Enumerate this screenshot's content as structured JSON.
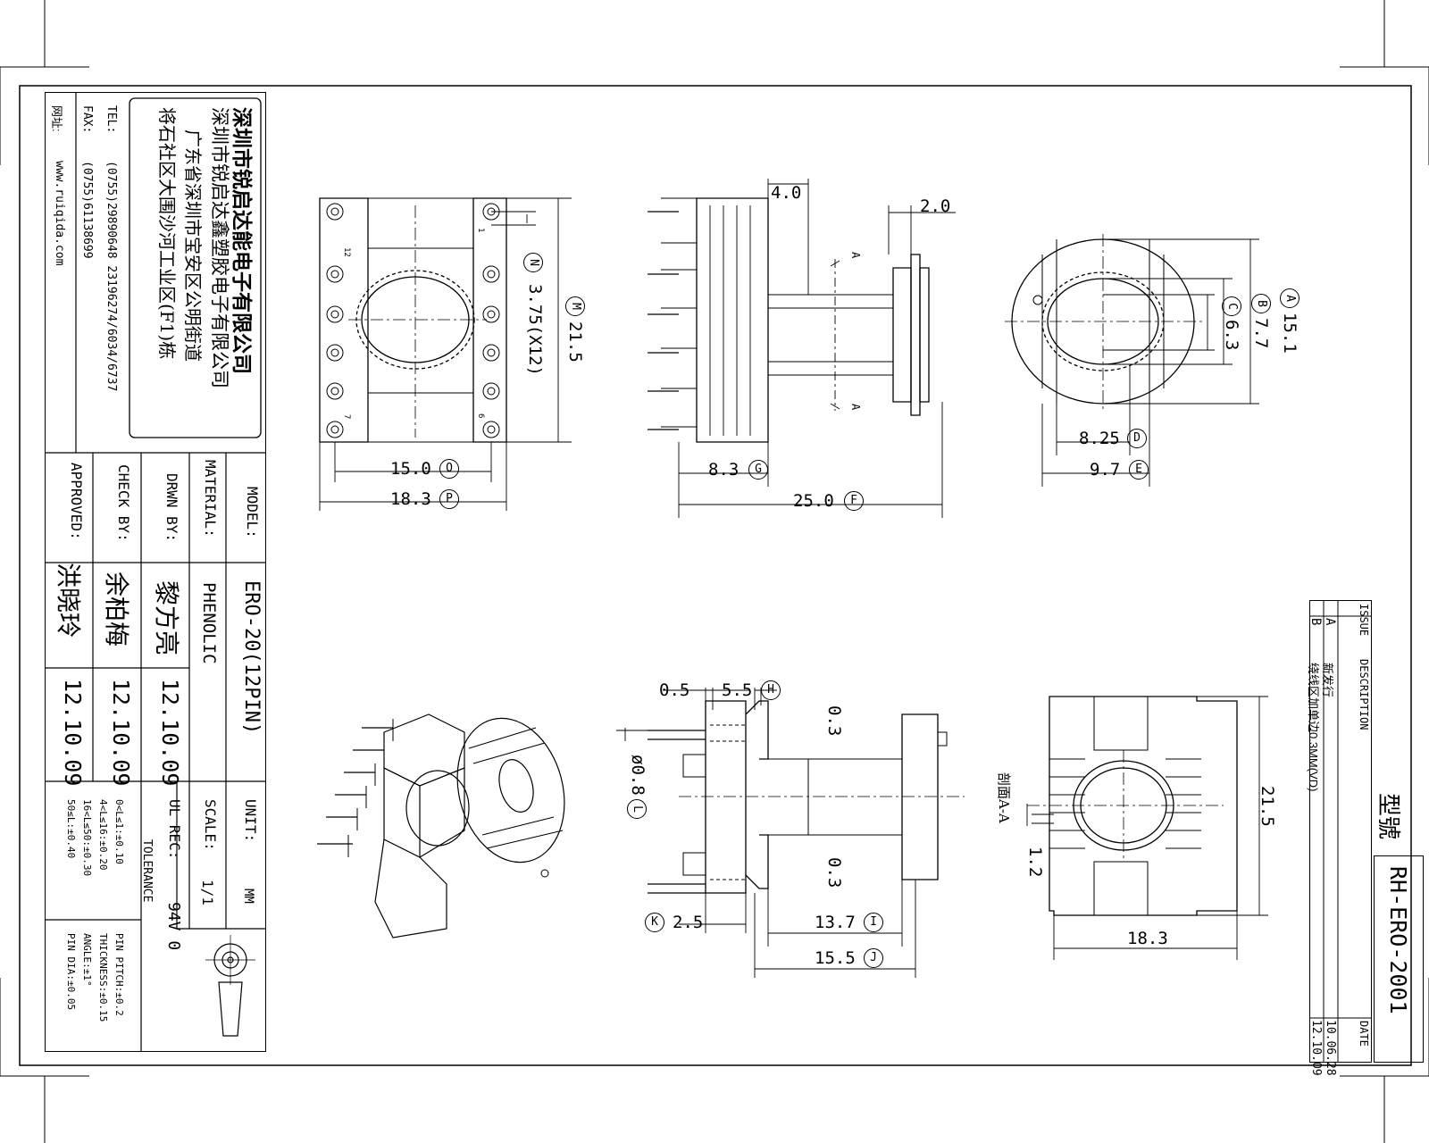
{
  "company": {
    "name": "深圳市锐启达能电子有限公司",
    "name2": "深圳市锐启达鑫塑胶电子有限公司",
    "address1": "广东省深圳市宝安区公明街道",
    "address2": "将石社区大围沙河工业区(F1)栋",
    "tel_label": "TEL:",
    "tel": "(0755)29890648  23196274/6034/6737",
    "fax_label": "FAX:",
    "fax": "(0755)61138699",
    "web_label": "网址:",
    "web": "www.ruiqida.com"
  },
  "titleblock": {
    "model_label": "MODEL:",
    "model": "ERO-20(12PIN)",
    "material_label": "MATERIAL:",
    "material": "PHENOLIC",
    "drwn_label": "DRWN BY:",
    "drwn_name": "黎方亮",
    "drwn_date": "12.10.09",
    "check_label": "CHECK BY:",
    "check_name": "余柏梅",
    "check_date": "12.10.09",
    "approved_label": "APPROVED:",
    "approved_name": "洪晓玲",
    "approved_date": "12.10.09",
    "unit_label": "UNIT:",
    "unit": "MM",
    "scale_label": "SCALE:",
    "scale": "1/1",
    "ul_label": "UL REC:",
    "ul": "94V 0",
    "tolerance_label": "TOLERANCE",
    "tol_left": [
      "0<L≤1:±0.10",
      "4<L≤16:±0.20",
      "16<L≤50:±0.30",
      "50≤L:±0.40"
    ],
    "tol_right": [
      "PIN PITCH:±0.2",
      "THICKNESS:±0.15",
      "ANGLE:±1°",
      "PIN DIA:±0.05"
    ]
  },
  "revision": {
    "header": {
      "issue": "ISSUE",
      "description": "DESCRIPTION",
      "date": "DATE"
    },
    "rows": [
      {
        "issue": "A",
        "description": "新发行",
        "date": "10.06.28"
      },
      {
        "issue": "B",
        "description": "绕线区加单边0.3MM(VD)",
        "date": "12.10.09"
      }
    ],
    "model_label": "型號",
    "model_no": "RH-ERO-2001"
  },
  "views": {
    "top_left": {
      "d_15": "15.0",
      "tag_O": "O",
      "d_183": "18.3",
      "tag_P": "P",
      "d_215": "21.5",
      "tag_M": "M",
      "d_375": "3.75(X12)",
      "tag_N": "N",
      "pin12": "12",
      "pin7": "7",
      "pin1": "1",
      "pin6": "6"
    },
    "side": {
      "d_40": "4.0",
      "d_20": "2.0",
      "d_83": "8.3",
      "tag_G": "G",
      "d_250": "25.0",
      "tag_F": "F",
      "sec": "A"
    },
    "end": {
      "d_151": "15.1",
      "tag_A": "A",
      "d_77": "7.7",
      "tag_B": "B",
      "d_63": "6.3",
      "tag_C": "C",
      "d_825": "8.25",
      "tag_D": "D",
      "d_97": "9.7",
      "tag_E": "E"
    },
    "section": {
      "d_05": "0.5",
      "d_55": "5.5",
      "tag_H": "H",
      "d_03a": "0.3",
      "d_03b": "0.3",
      "d_08": "ø0.8",
      "tag_L": "L",
      "d_25": "2.5",
      "tag_K": "K",
      "d_137": "13.7",
      "tag_I": "I",
      "d_155": "15.5",
      "tag_J": "J"
    },
    "bottom": {
      "d_215": "21.5",
      "d_183": "18.3",
      "d_12": "1.2",
      "sec_label": "剖面A-A"
    }
  }
}
